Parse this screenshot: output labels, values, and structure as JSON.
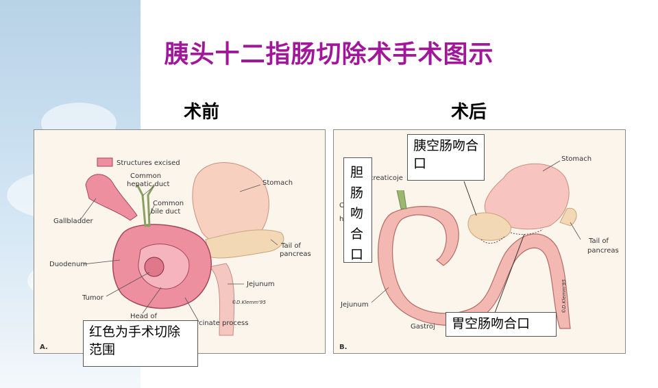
{
  "title": "胰头十二指肠切除术手术图示",
  "before": {
    "heading": "术前",
    "figure_letter": "A.",
    "legend": "Structures excised",
    "labels": {
      "common_hepatic_duct_1": "Common",
      "common_hepatic_duct_2": "hepatic duct",
      "common_bile_duct_1": "Common",
      "common_bile_duct_2": "bile duct",
      "stomach": "Stomach",
      "gallbladder": "Gallbladder",
      "tail_1": "Tail of",
      "tail_2": "pancreas",
      "duodenum": "Duodenum",
      "jejunum": "Jejunum",
      "tumor": "Tumor",
      "head_of": "Head of",
      "uncinate": "cinate process",
      "signature": "©D.Klemm'95"
    },
    "callout": "红色为手术切除范围"
  },
  "after": {
    "heading": "术后",
    "figure_letter": "B.",
    "labels": {
      "creaticoje": "creaticoje",
      "stomach": "Stomach",
      "tail_1": "Tail of",
      "tail_2": "pancreas",
      "jejunum": "Jejunum",
      "gastroj": "Gastroj",
      "c_fragment": "C",
      "h_fragment": "h",
      "signature": "©D.Klemm'95"
    },
    "callout_pancreatic": "胰空肠吻合口",
    "callout_biliary": "胆肠吻合口",
    "callout_gastric": "胃空肠吻合口"
  }
}
